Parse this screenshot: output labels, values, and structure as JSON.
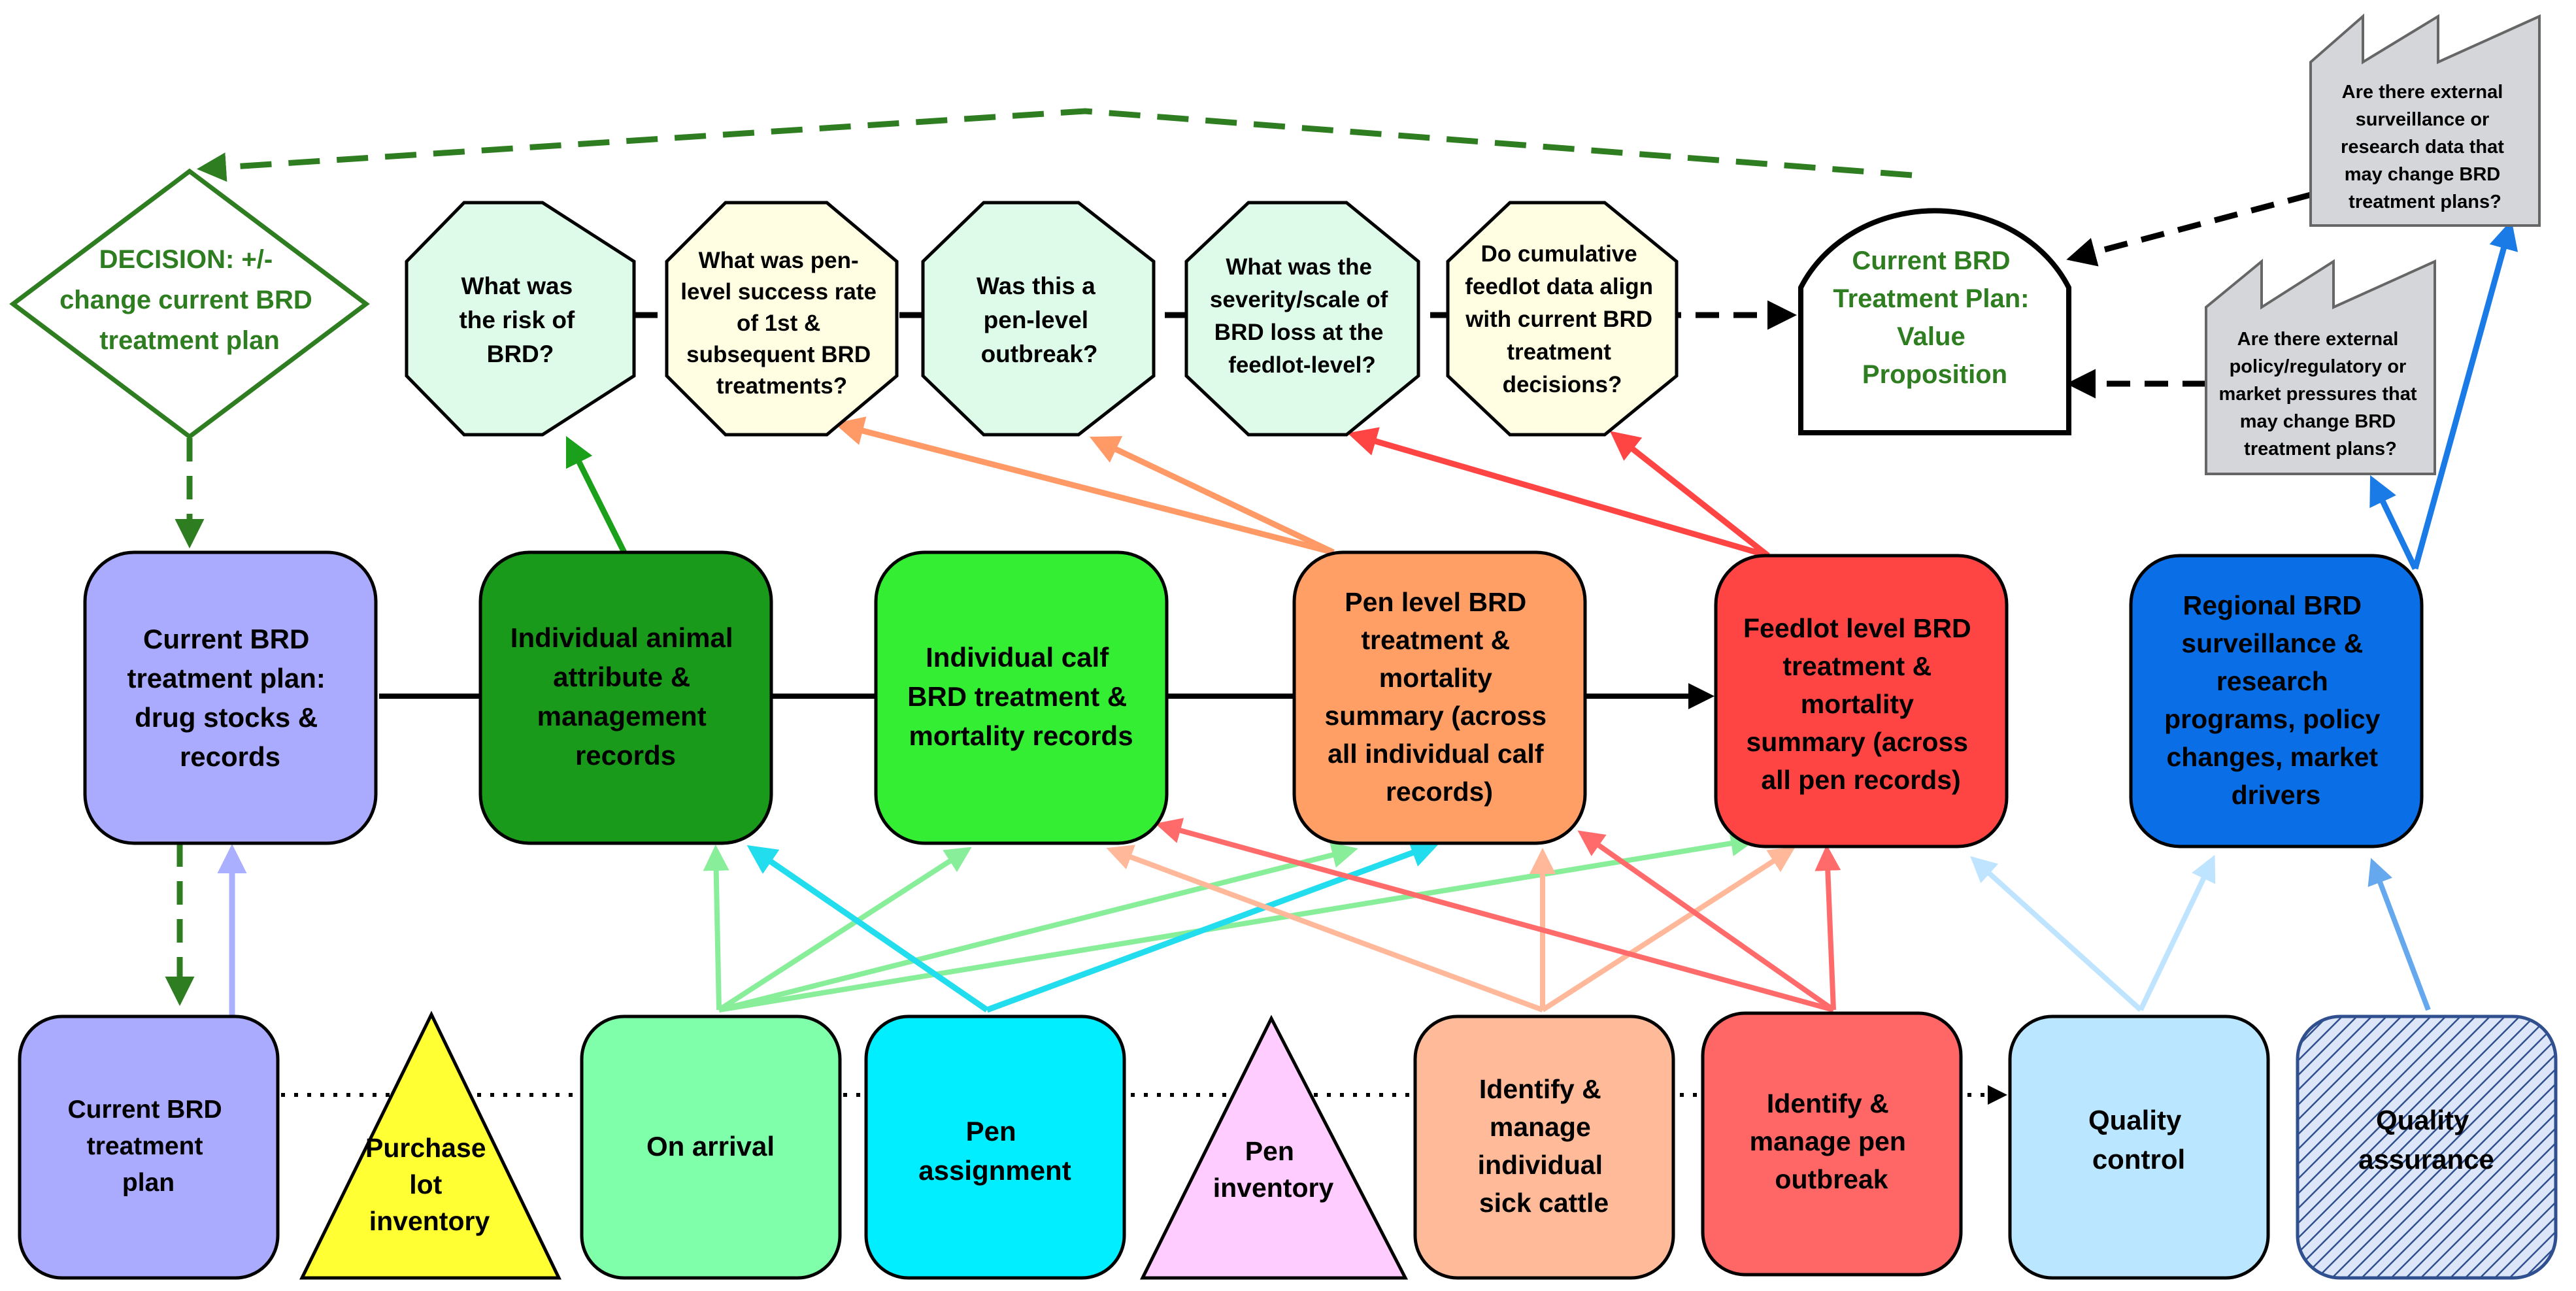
{
  "decision": {
    "lines": [
      "DECISION: +/-",
      "change current BRD",
      "treatment plan"
    ]
  },
  "questions": [
    {
      "id": "q1",
      "lines": [
        "What was",
        "the risk of",
        "BRD?"
      ]
    },
    {
      "id": "q2",
      "lines": [
        "What was pen-",
        "level success rate",
        "of 1st &",
        "subsequent BRD",
        "treatments?"
      ]
    },
    {
      "id": "q3",
      "lines": [
        "Was this a",
        "pen-level",
        "outbreak?"
      ]
    },
    {
      "id": "q4",
      "lines": [
        "What was the",
        "severity/scale of",
        "BRD loss at the",
        "feedlot-level?"
      ]
    },
    {
      "id": "q5",
      "lines": [
        "Do cumulative",
        "feedlot data align",
        "with current BRD",
        "treatment",
        "decisions?"
      ]
    }
  ],
  "value_proposition": {
    "lines": [
      "Current BRD",
      "Treatment Plan:",
      "Value",
      "Proposition"
    ]
  },
  "external": [
    {
      "id": "ext-surveillance",
      "lines": [
        "Are there external",
        "surveillance or",
        "research data that",
        "may change BRD",
        "treatment plans?"
      ]
    },
    {
      "id": "ext-policy",
      "lines": [
        "Are there external",
        "policy/regulatory  or",
        "market pressures that",
        "may change BRD",
        "treatment plans?"
      ]
    }
  ],
  "records": [
    {
      "id": "current-plan-stocks",
      "lines": [
        "Current BRD",
        "treatment plan:",
        "drug stocks &",
        "records"
      ],
      "fill": "#aaaaff"
    },
    {
      "id": "individual-animal",
      "lines": [
        "Individual animal",
        "attribute &",
        "management",
        "records"
      ],
      "fill": "#1a9a1a"
    },
    {
      "id": "individual-calf",
      "lines": [
        "Individual calf",
        "BRD treatment &",
        "mortality records"
      ],
      "fill": "#33ee33"
    },
    {
      "id": "pen-level-summary",
      "lines": [
        "Pen level BRD",
        "treatment &",
        "mortality",
        "summary (across",
        "all individual calf",
        "records)"
      ],
      "fill": "#ff9f66"
    },
    {
      "id": "feedlot-level-summary",
      "lines": [
        "Feedlot level BRD",
        "treatment &",
        "mortality",
        "summary (across",
        "all pen records)"
      ],
      "fill": "#ff4444"
    },
    {
      "id": "regional-surveillance",
      "lines": [
        "Regional BRD",
        "surveillance &",
        "research",
        "programs, policy",
        "changes, market",
        "drivers"
      ],
      "fill": "#0a6ee6"
    }
  ],
  "processes": [
    {
      "id": "current-plan",
      "lines": [
        "Current BRD",
        "treatment",
        "plan"
      ],
      "fill": "#aaaaff"
    },
    {
      "id": "purchase-lot",
      "lines": [
        "Purchase",
        "lot",
        "inventory"
      ],
      "fill": "#ffff33"
    },
    {
      "id": "on-arrival",
      "lines": [
        "On arrival"
      ],
      "fill": "#80ffaa"
    },
    {
      "id": "pen-assignment",
      "lines": [
        "Pen",
        "assignment"
      ],
      "fill": "#00eeff"
    },
    {
      "id": "pen-inventory",
      "lines": [
        "Pen",
        "inventory"
      ],
      "fill": "#ffccff"
    },
    {
      "id": "identify-sick",
      "lines": [
        "Identify &",
        "manage",
        "individual",
        "sick cattle"
      ],
      "fill": "#ffbb99"
    },
    {
      "id": "identify-outbreak",
      "lines": [
        "Identify &",
        "manage pen",
        "outbreak"
      ],
      "fill": "#ff6666"
    },
    {
      "id": "quality-control",
      "lines": [
        "Quality",
        "control"
      ],
      "fill": "#bbe6ff"
    },
    {
      "id": "quality-assurance",
      "lines": [
        "Quality",
        "assurance"
      ],
      "fill": "#ccd8f0"
    }
  ]
}
